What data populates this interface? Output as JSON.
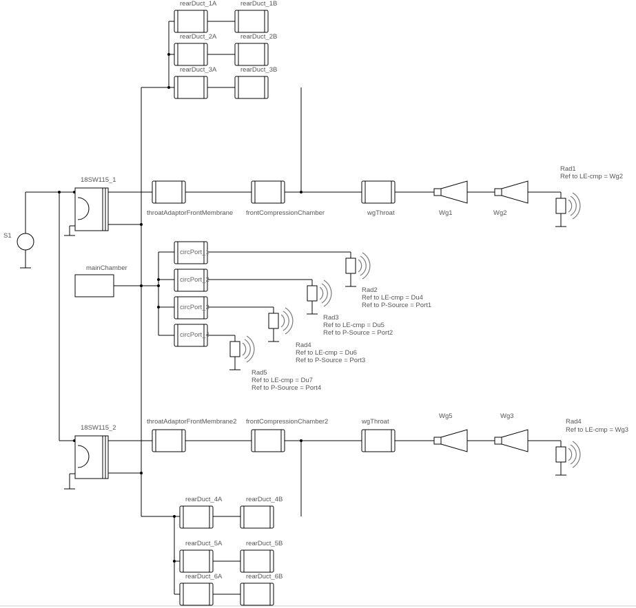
{
  "source": {
    "label": "S1"
  },
  "drivers": [
    {
      "label": "18SW115_1"
    },
    {
      "label": "18SW115_2"
    }
  ],
  "main_chamber": {
    "label": "mainChamber"
  },
  "rear_ducts_top": [
    {
      "a": "rearDuct_1A",
      "b": "rearDuct_1B"
    },
    {
      "a": "rearDuct_2A",
      "b": "rearDuct_2B"
    },
    {
      "a": "rearDuct_3A",
      "b": "rearDuct_3B"
    }
  ],
  "rear_ducts_bottom": [
    {
      "a": "rearDuct_4A",
      "b": "rearDuct_4B"
    },
    {
      "a": "rearDuct_5A",
      "b": "rearDuct_5B"
    },
    {
      "a": "rearDuct_6A",
      "b": "rearDuct_6B"
    }
  ],
  "chain_top": {
    "throat_adaptor": "throatAdaptorFrontMembrane",
    "compression": "frontCompressionChamber",
    "wg_throat": "wgThroat",
    "wg_a": "Wg1",
    "wg_b": "Wg2",
    "rad_name": "Rad1",
    "rad_ref": "Ref to LE-cmp = Wg2"
  },
  "chain_bottom": {
    "throat_adaptor": "throatAdaptorFrontMembrane2",
    "compression": "frontCompressionChamber2",
    "wg_throat": "wgThroat",
    "wg_a": "Wg5",
    "wg_b": "Wg3",
    "rad_name": "Rad4",
    "rad_ref": "Ref to LE-cmp = Wg3"
  },
  "circ_ports": [
    {
      "label": "circPort_1",
      "rad_name": "Rad2",
      "ref_le": "Ref to LE-cmp = Du4",
      "ref_p": "Ref to P-Source = Port1"
    },
    {
      "label": "circPort_2",
      "rad_name": "Rad3",
      "ref_le": "Ref to LE-cmp = Du5",
      "ref_p": "Ref to P-Source = Port2"
    },
    {
      "label": "circPort_3",
      "rad_name": "Rad4",
      "ref_le": "Ref to LE-cmp = Du6",
      "ref_p": "Ref to P-Source = Port3"
    },
    {
      "label": "circPort_4",
      "rad_name": "Rad5",
      "ref_le": "Ref to LE-cmp = Du7",
      "ref_p": "Ref to P-Source = Port4"
    }
  ]
}
